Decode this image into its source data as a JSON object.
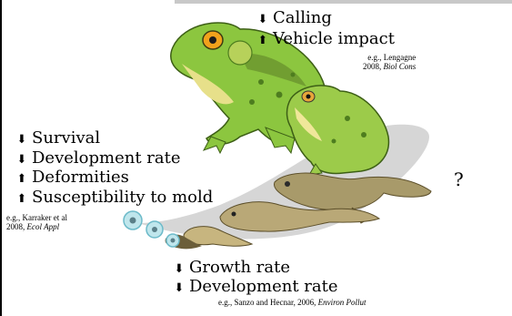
{
  "icons": {
    "down_arrow": "⬇",
    "up_arrow": "⬆"
  },
  "adult_effects": {
    "calling": "Calling",
    "vehicle_impact": "Vehicle impact",
    "citation_main": "e.g., Lengagne",
    "citation_year": "2008,",
    "citation_journal": "Biol Cons"
  },
  "early_effects": {
    "survival": "Survival",
    "development_rate": "Development rate",
    "deformities": "Deformities",
    "mold": "Susceptibility to mold",
    "citation_main": "e.g., Karraker et al",
    "citation_year": "2008,",
    "citation_journal": "Ecol Appl"
  },
  "tadpole_effects": {
    "growth_rate": "Growth rate",
    "development_rate": "Development rate",
    "citation_main": "e.g., Sanzo and Hecnar, 2006,",
    "citation_journal": "Environ Pollut"
  },
  "unknown_mark": "?",
  "colors": {
    "frog_green": "#8cc63f",
    "frog_dark": "#4e7d1f",
    "tadpole_brown": "#a89a6a",
    "egg_blue": "#8fd0dc",
    "shadow_gray": "#c9c9c9"
  }
}
